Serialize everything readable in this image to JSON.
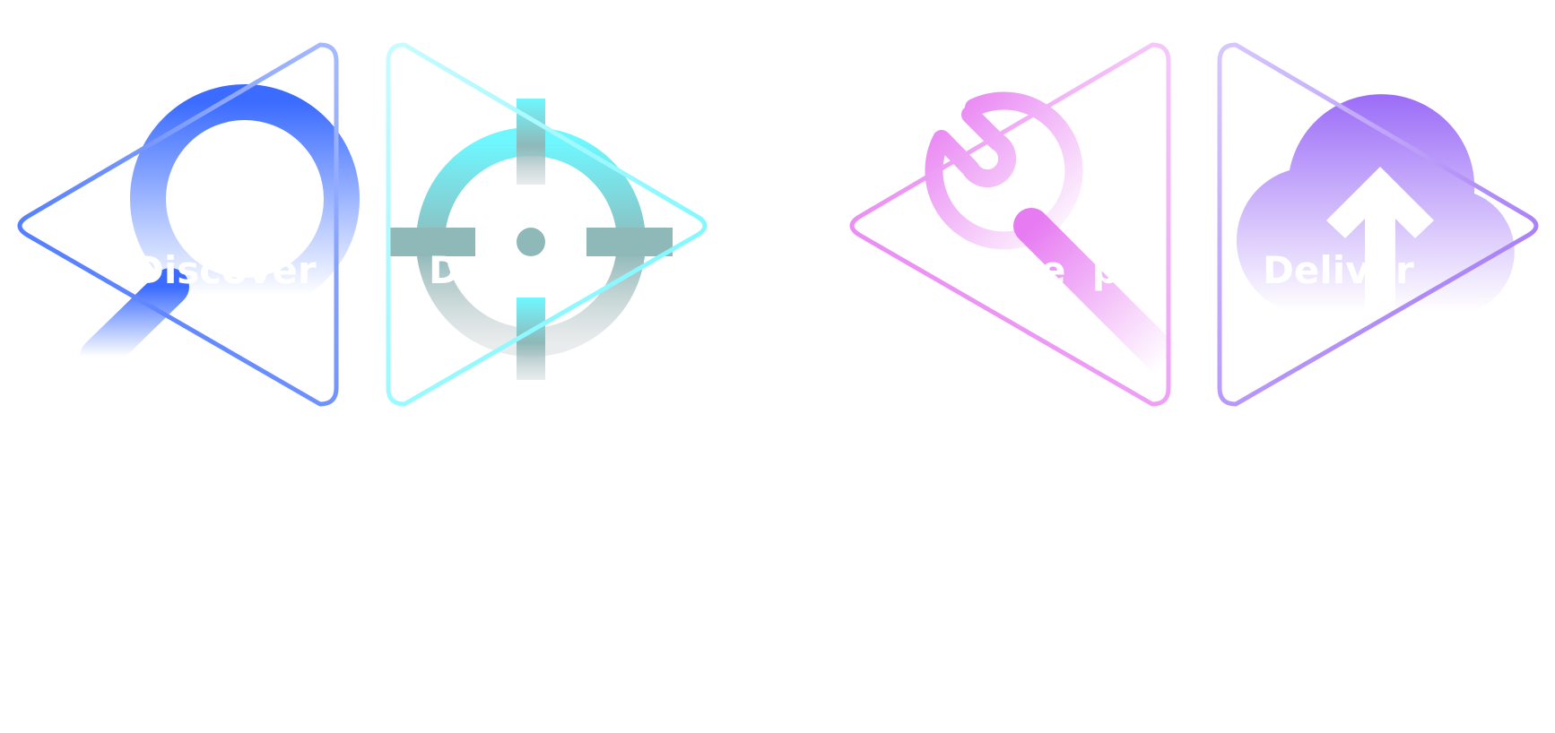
{
  "steps": [
    {
      "id": "discover",
      "label": "Discover",
      "icon": "magnifier-icon",
      "color": "#3b6cff",
      "color_light": "#b6c8ff"
    },
    {
      "id": "define",
      "label": "D",
      "icon": "crosshair-icon",
      "color": "#6ff7ff",
      "color_mid": "#8fb8b8",
      "color_light": "#c8ced0"
    },
    {
      "id": "develop",
      "label": "e  p",
      "icon": "wrench-icon",
      "color": "#e77bf2",
      "color_light": "#f5c8f9"
    },
    {
      "id": "deliver",
      "label": "Deliver",
      "icon": "cloud-upload-icon",
      "color": "#9b6cf7",
      "color_light": "#d6c8fb"
    }
  ]
}
